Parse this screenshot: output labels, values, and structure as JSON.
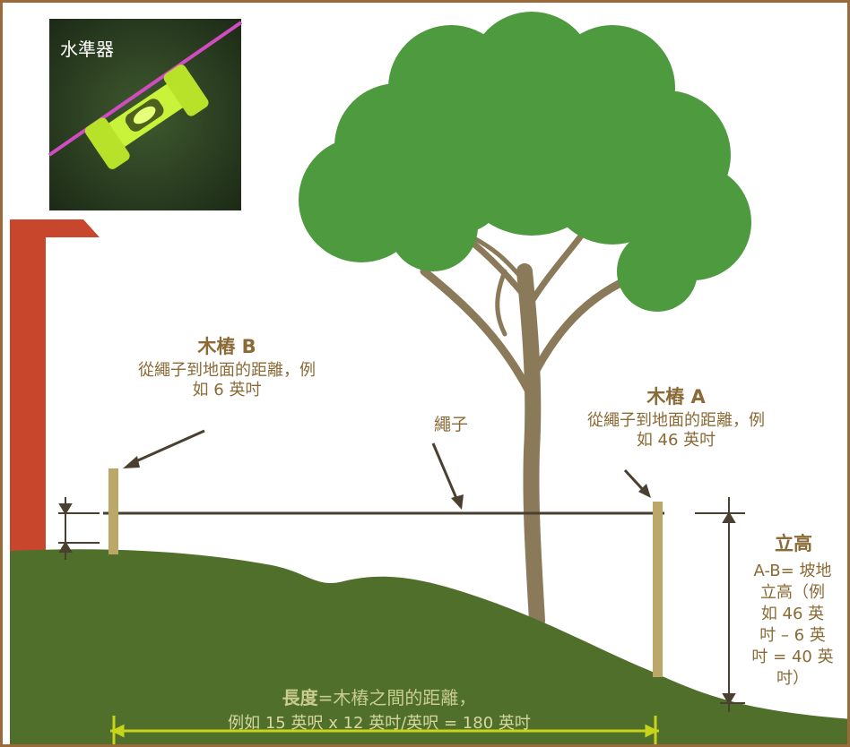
{
  "inset": {
    "label": "水準器"
  },
  "stake_b": {
    "title": "木樁 B",
    "desc": "從繩子到地面的距離，例如 6 英吋"
  },
  "stake_a": {
    "title": "木樁 A",
    "desc": "從繩子到地面的距離，例如 46 英吋"
  },
  "rope": {
    "label": "繩子"
  },
  "rise": {
    "title": "立高",
    "desc": "A-B= 坡地\n立高（例\n如 46 英\n吋 – 6 英\n吋 = 40 英\n吋）"
  },
  "length": {
    "title": "長度",
    "title_rest": "=木樁之間的距離，",
    "example": "例如 15 英呎 x 12 英吋/英呎 = 180 英吋"
  },
  "colors": {
    "ground": "#4f6f2a",
    "tree_foliage": "#4e9a3f",
    "trunk": "#8a7a5a",
    "house": "#c8462c",
    "stake": "#bba868",
    "text": "#8a6a36",
    "level_body": "#c9f23a",
    "rope_pink": "#d04cc0"
  }
}
